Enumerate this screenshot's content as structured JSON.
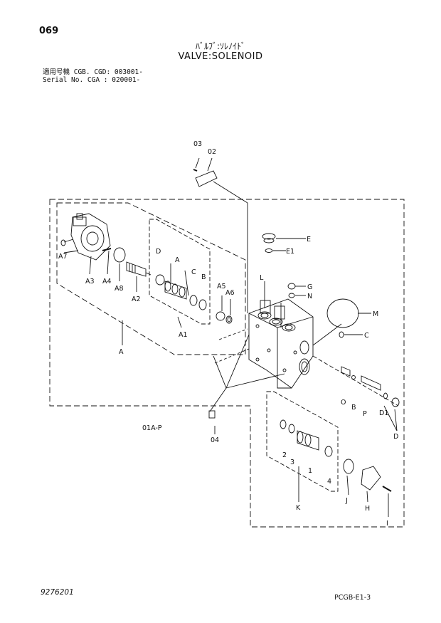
{
  "header": {
    "page_number": "069",
    "title_jp": "ﾊﾞﾙﾌﾞ:ｿﾚﾉｲﾄﾞ",
    "title_en": "VALVE:SOLENOID",
    "serial_line1": "適用号機 CGB. CGD: 003001-",
    "serial_line2": "Serial No. CGA    : 020001-"
  },
  "footer": {
    "drawing_number": "9276201",
    "figure_code": "PCGB-E1-3"
  },
  "callouts": {
    "c03": "03",
    "c02": "02",
    "E": "E",
    "E1": "E1",
    "L": "L",
    "G": "G",
    "N": "N",
    "M": "M",
    "C": "C",
    "D": "D",
    "A_inner": "A",
    "C_inner": "C",
    "B_inner": "B",
    "A5": "A5",
    "A6": "A6",
    "A7": "A7",
    "A3": "A3",
    "A4": "A4",
    "A8": "A8",
    "A2": "A2",
    "A1": "A1",
    "A_outer": "A",
    "O": "O",
    "B": "B",
    "P": "P",
    "D1": "D1",
    "D_right": "D",
    "c01AP": "01A-P",
    "c04": "04",
    "c2": "2",
    "c3": "3",
    "c1": "1",
    "c4": "4",
    "J": "J",
    "H": "H",
    "K": "K",
    "I": "I"
  }
}
